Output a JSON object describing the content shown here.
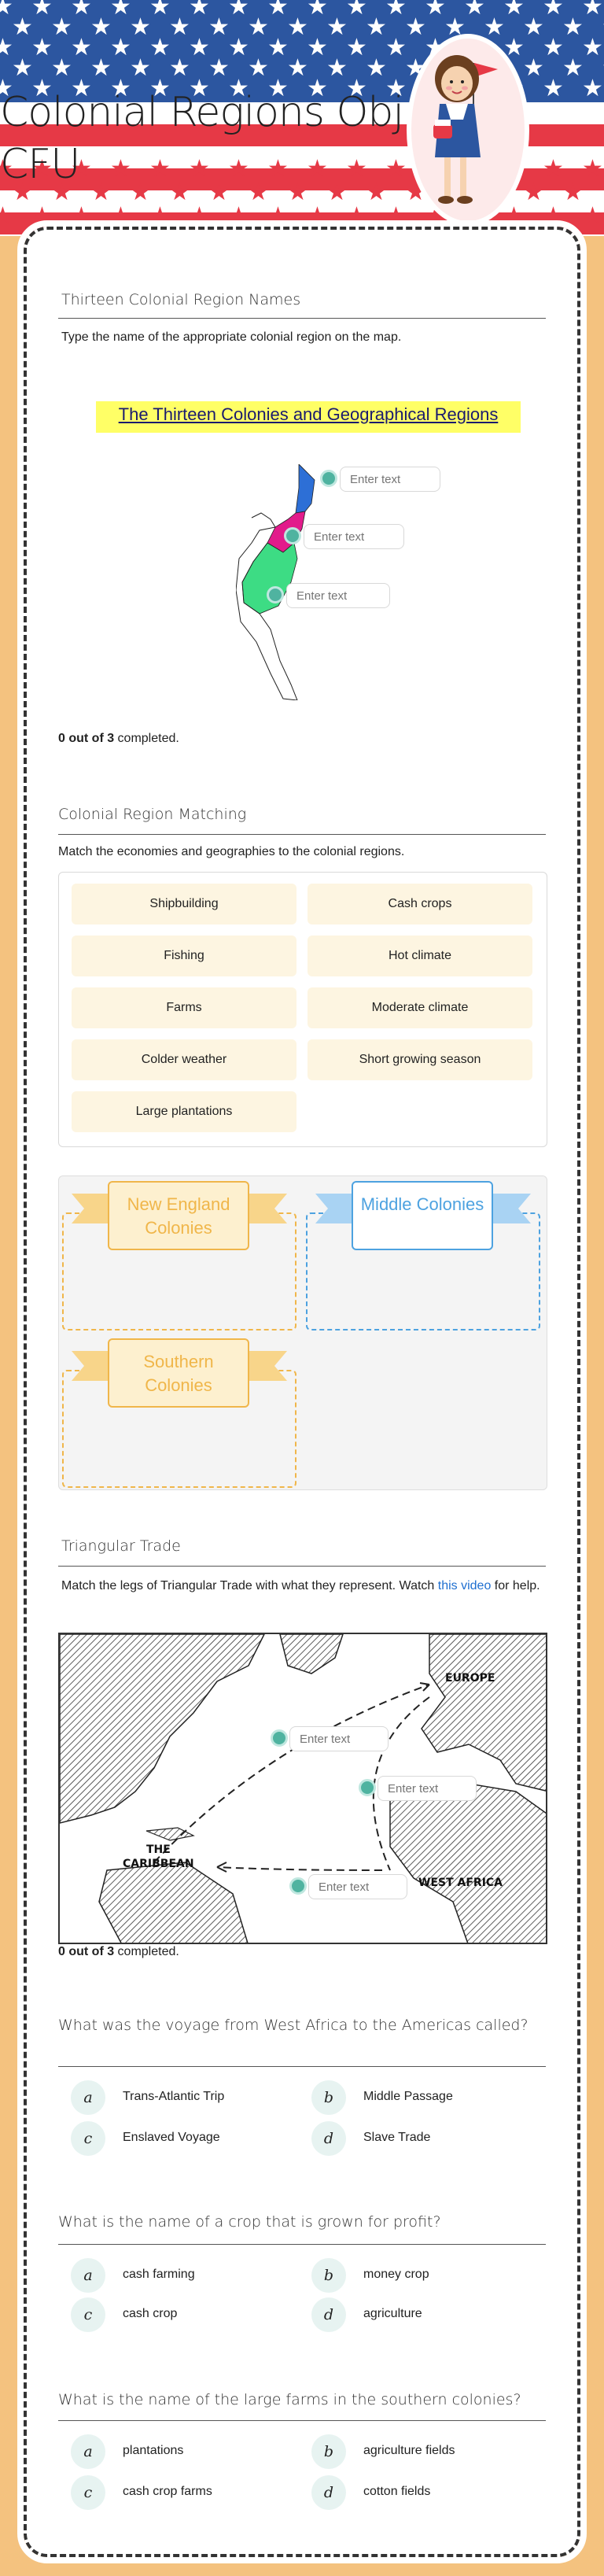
{
  "page": {
    "title": "Colonial Regions Obj. CFU"
  },
  "section1": {
    "heading": "Thirteen Colonial Region Names",
    "instructions": "Type the name of the appropriate colonial region on the map.",
    "map_title": "The Thirteen Colonies and Geographical Regions",
    "inputs": [
      {
        "placeholder": "Enter text"
      },
      {
        "placeholder": "Enter text"
      },
      {
        "placeholder": "Enter text"
      }
    ],
    "completed_count": "0 out of 3",
    "completed_suffix": " completed.",
    "colors": {
      "new_england": "#2d6fd6",
      "middle": "#e21b8b",
      "southern": "#3ddc84"
    }
  },
  "section2": {
    "heading": "Colonial Region Matching",
    "instructions": "Match the economies and geographies to the colonial regions.",
    "chips": [
      "Shipbuilding",
      "Cash crops",
      "Fishing",
      "Hot climate",
      "Farms",
      "Moderate climate",
      "Colder weather",
      "Short growing season",
      "Large plantations"
    ],
    "zones": [
      {
        "label": "New England Colonies",
        "color": "#f0b64a"
      },
      {
        "label": "Middle Colonies",
        "color": "#4da2e0"
      },
      {
        "label": "Southern Colonies",
        "color": "#f0b64a"
      }
    ]
  },
  "section3": {
    "heading": "Triangular Trade",
    "instructions_before": "Match the legs of Triangular Trade with what they represent. Watch ",
    "link_text": "this video",
    "instructions_after": " for help.",
    "map_labels": {
      "europe": "EUROPE",
      "caribbean_1": "THE",
      "caribbean_2": "CARIBBEAN",
      "west_africa": "WEST AFRICA"
    },
    "inputs": [
      {
        "placeholder": "Enter text"
      },
      {
        "placeholder": "Enter text"
      },
      {
        "placeholder": "Enter text"
      }
    ],
    "completed_count": "0 out of 3",
    "completed_suffix": " completed."
  },
  "quiz": [
    {
      "question": "What was the voyage from West Africa to the Americas called?",
      "options": [
        {
          "letter": "a",
          "text": "Trans-Atlantic Trip"
        },
        {
          "letter": "b",
          "text": "Middle Passage"
        },
        {
          "letter": "c",
          "text": "Enslaved Voyage"
        },
        {
          "letter": "d",
          "text": "Slave Trade"
        }
      ]
    },
    {
      "question": "What is the name of a crop that is grown for profit?",
      "options": [
        {
          "letter": "a",
          "text": "cash farming"
        },
        {
          "letter": "b",
          "text": "money crop"
        },
        {
          "letter": "c",
          "text": "cash crop"
        },
        {
          "letter": "d",
          "text": "agriculture"
        }
      ]
    },
    {
      "question": "What is the name of the large farms in the southern colonies?",
      "options": [
        {
          "letter": "a",
          "text": "plantations"
        },
        {
          "letter": "b",
          "text": "agriculture fields"
        },
        {
          "letter": "c",
          "text": "cash crop farms"
        },
        {
          "letter": "d",
          "text": "cotton fields"
        }
      ]
    }
  ]
}
